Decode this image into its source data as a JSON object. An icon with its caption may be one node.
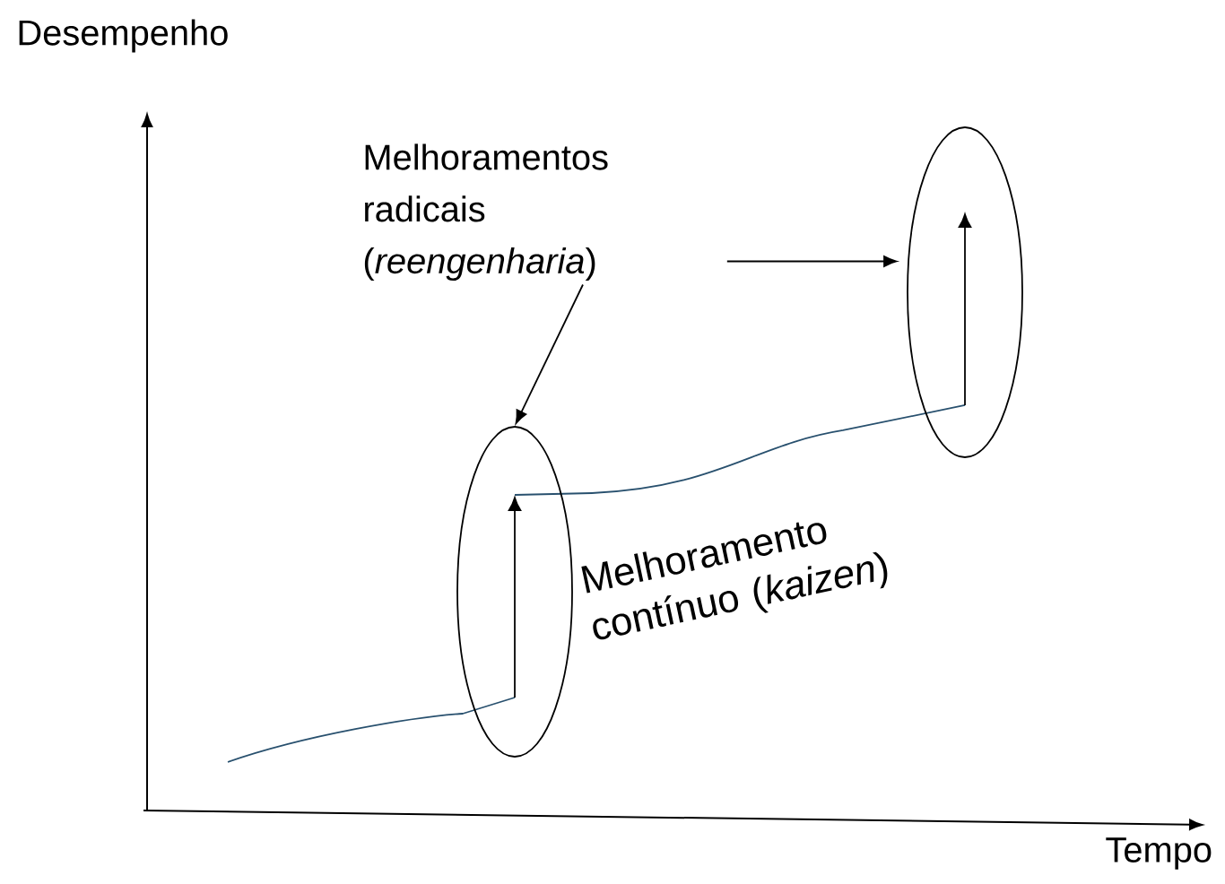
{
  "diagram": {
    "nodes": [
      {
        "text": [
          "Melhoramentos radicais (*reengenharia*)"
        ]
      },
      {
        "text": [],
        "shape": "ellipse"
      },
      {
        "text": [],
        "shape": "ellipse"
      }
    ],
    "edges": [
      {
        "from": 0,
        "to": 1,
        "arrow": "to"
      },
      {
        "from": 0,
        "to": 2,
        "arrow": "to"
      }
    ],
    "labels": [
      "Desempenho",
      "Melhoramento contínuo (*kaizen*)",
      "Tempo"
    ]
  }
}
